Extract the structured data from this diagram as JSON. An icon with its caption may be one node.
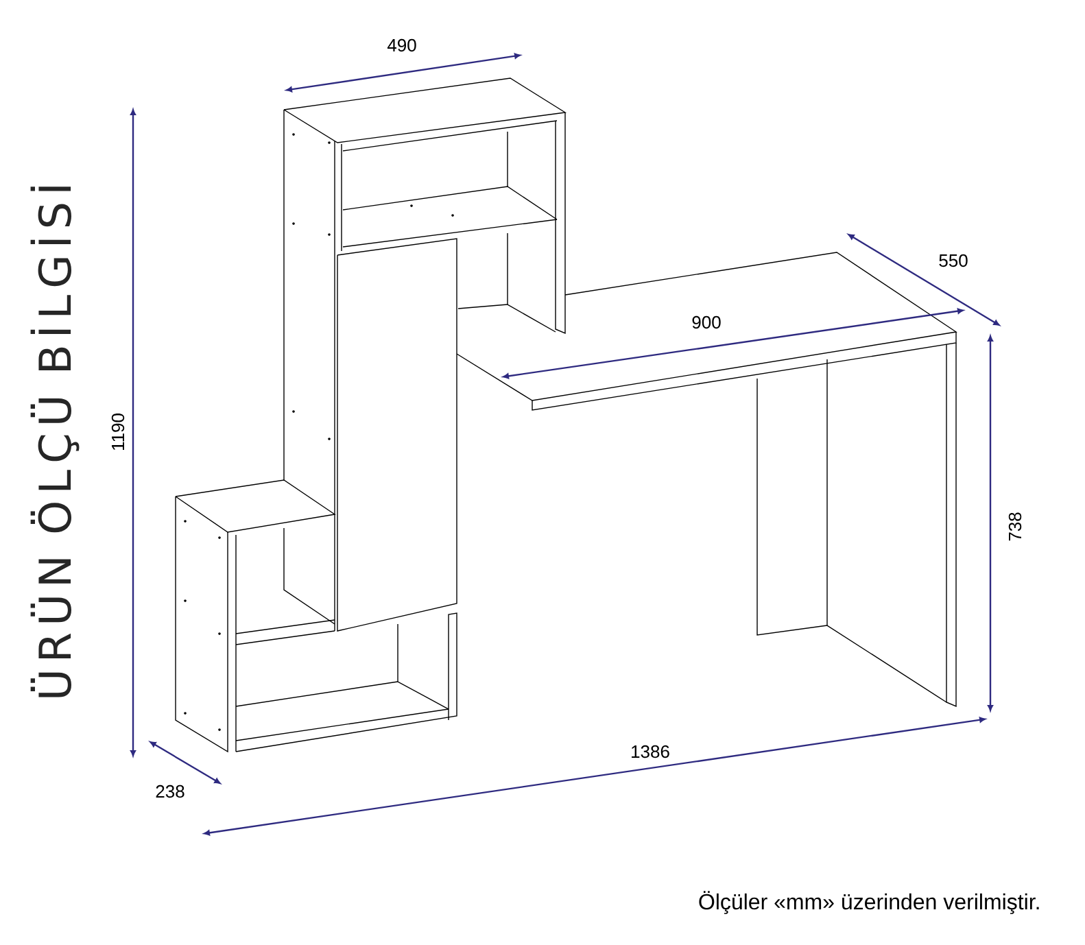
{
  "diagram": {
    "title": "ÜRÜN ÖLÇÜ BİLGİSİ",
    "caption": "Ölçüler «mm» üzerinden verilmiştir.",
    "labels": [
      "490",
      "550",
      "900",
      "1190",
      "738",
      "1386",
      "238"
    ]
  }
}
